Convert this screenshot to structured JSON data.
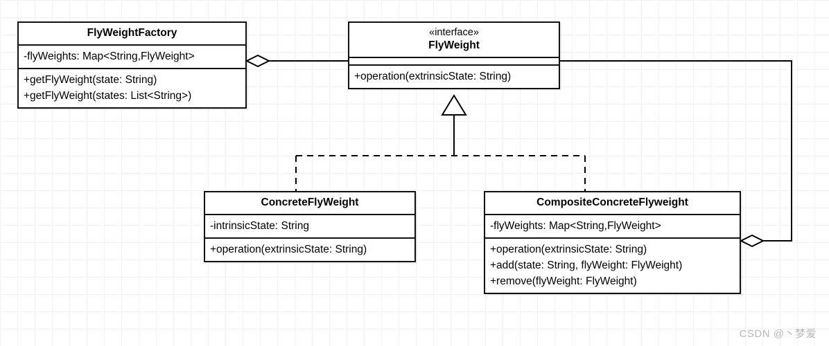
{
  "diagram": {
    "kind": "uml-class-diagram",
    "pattern": "Flyweight",
    "colors": {
      "background": "#ffffff",
      "grid": "#f2f2f2",
      "box_fill": "#ffffff",
      "box_border": "#111111",
      "line": "#000000",
      "watermark": "#b9b9b9"
    },
    "classes": {
      "flyweightfactory": {
        "name": "FlyWeightFactory",
        "stereotype": "",
        "attributes": [
          "-flyWeights: Map<String,FlyWeight>"
        ],
        "operations": [
          "+getFlyWeight(state: String)",
          "+getFlyWeight(states: List<String>)"
        ]
      },
      "flyweight": {
        "name": "FlyWeight",
        "stereotype": "«interface»",
        "attributes": [],
        "operations": [
          "+operation(extrinsicState: String)"
        ]
      },
      "concreteflyweight": {
        "name": "ConcreteFlyWeight",
        "stereotype": "",
        "attributes": [
          "-intrinsicState: String"
        ],
        "operations": [
          "+operation(extrinsicState: String)"
        ]
      },
      "compositeconcreteflyweight": {
        "name": "CompositeConcreteFlyweight",
        "stereotype": "",
        "attributes": [
          "-flyWeights: Map<String,FlyWeight>"
        ],
        "operations": [
          "+operation(extrinsicState: String)",
          "+add(state: String, flyWeight: FlyWeight)",
          "+remove(flyWeight: FlyWeight)"
        ]
      }
    },
    "relations": [
      {
        "id": "factory-aggregates-flyweight",
        "type": "aggregation",
        "from": "FlyWeightFactory",
        "to": "FlyWeight",
        "marker": "hollow-diamond",
        "line_style": "solid",
        "label": ""
      },
      {
        "id": "concrete-realizes-flyweight",
        "type": "realization",
        "from": "ConcreteFlyWeight",
        "to": "FlyWeight",
        "marker": "hollow-triangle",
        "line_style": "dashed",
        "label": ""
      },
      {
        "id": "composite-realizes-flyweight",
        "type": "realization",
        "from": "CompositeConcreteFlyweight",
        "to": "FlyWeight",
        "marker": "hollow-triangle",
        "line_style": "dashed",
        "label": ""
      },
      {
        "id": "composite-aggregates-flyweight",
        "type": "aggregation",
        "from": "CompositeConcreteFlyweight",
        "to": "FlyWeight",
        "marker": "hollow-diamond",
        "line_style": "solid",
        "label": ""
      }
    ]
  },
  "watermark": {
    "text": "CSDN @丶梦爱"
  }
}
